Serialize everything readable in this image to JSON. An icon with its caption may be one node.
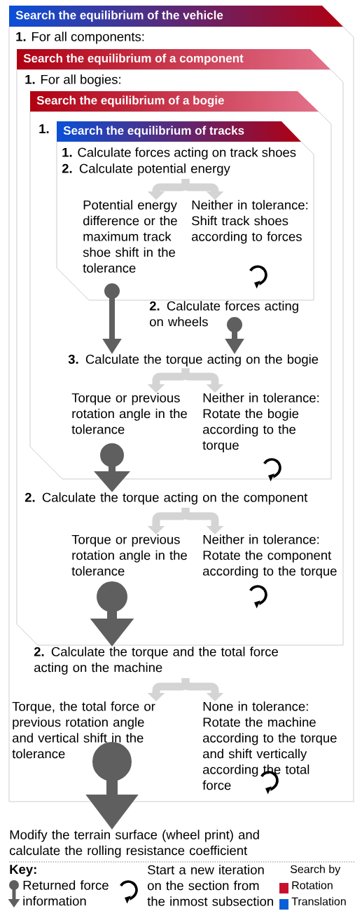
{
  "diagram": {
    "nodes": [
      {
        "text": [
          "Search the equilibrium of the vehicle",
          "**1.** For all components:"
        ]
      },
      {
        "text": [
          "Search the equilibrium of a component",
          "**1.** For all bogies:"
        ],
        "in": 0
      },
      {
        "text": [
          "Search the equilibrium of a bogie",
          "1."
        ],
        "in": 1
      },
      {
        "text": [
          "Search the equilibrium of tracks",
          "**1.** Calculate forces acting on track shoes"
        ],
        "in": 2
      },
      {
        "text": [
          "**2.** Calculate potential energy"
        ],
        "in": 3
      },
      {
        "text": [
          "Potential energy difference or the maximum track shoe shift in the tolerance"
        ],
        "in": 3
      },
      {
        "text": [
          "Neither in tolerance: Shift track shoes according to forces"
        ],
        "in": 3
      },
      {
        "text": [
          "**2.** Calculate forces acting on wheels"
        ],
        "in": 2
      },
      {
        "text": [
          "**3.** Calculate the torque acting on the bogie"
        ],
        "in": 2
      },
      {
        "text": [
          "Torque or previous rotation angle in the tolerance"
        ],
        "in": 2
      },
      {
        "text": [
          "Neither in tolerance: Rotate the bogie according to the torque"
        ],
        "in": 2
      },
      {
        "text": [
          "**2.** Calculate the torque acting on the component"
        ],
        "in": 1
      },
      {
        "text": [
          "Torque or previous rotation angle in the tolerance"
        ],
        "in": 1
      },
      {
        "text": [
          "Neither in tolerance: Rotate the component according to the torque"
        ],
        "in": 1
      },
      {
        "text": [
          "**2.** Calculate the torque and the total force acting on the machine"
        ],
        "in": 0
      },
      {
        "text": [
          "Torque, the total force or previous rotation angle and vertical shift in the tolerance"
        ],
        "in": 0
      },
      {
        "text": [
          "None in tolerance: Rotate the machine according to the torque and shift vertically according the total force"
        ],
        "in": 0
      },
      {
        "text": [
          "Modify the terrain surface (wheel print) and calculate the rolling resistance coefficient"
        ]
      }
    ],
    "edges": [
      {
        "from": 4,
        "to": 5,
        "arrow": "to"
      },
      {
        "from": 4,
        "to": 6,
        "arrow": "to"
      },
      {
        "from": 5,
        "to": 8,
        "arrow": "to",
        "color": "#5f5f5f"
      },
      {
        "from": 7,
        "to": 8,
        "arrow": "to",
        "color": "#5f5f5f"
      },
      {
        "from": 8,
        "to": 9,
        "arrow": "to"
      },
      {
        "from": 8,
        "to": 10,
        "arrow": "to"
      },
      {
        "from": 9,
        "to": 11,
        "arrow": "to",
        "color": "#5f5f5f"
      },
      {
        "from": 11,
        "to": 12,
        "arrow": "to"
      },
      {
        "from": 11,
        "to": 13,
        "arrow": "to"
      },
      {
        "from": 12,
        "to": 14,
        "arrow": "to",
        "color": "#5f5f5f"
      },
      {
        "from": 14,
        "to": 15,
        "arrow": "to"
      },
      {
        "from": 14,
        "to": 16,
        "arrow": "to"
      },
      {
        "from": 15,
        "to": 17,
        "arrow": "to",
        "color": "#5f5f5f"
      }
    ],
    "labels": [
      "Key:",
      "Search by"
    ],
    "legend": [
      {
        "text": "Returned force information"
      },
      {
        "text": "Start a new iteration on the section from the inmost subsection"
      },
      {
        "text": "Rotation",
        "color": "#c8102e"
      },
      {
        "text": "Translation",
        "color": "#0a5fd8"
      }
    ]
  }
}
